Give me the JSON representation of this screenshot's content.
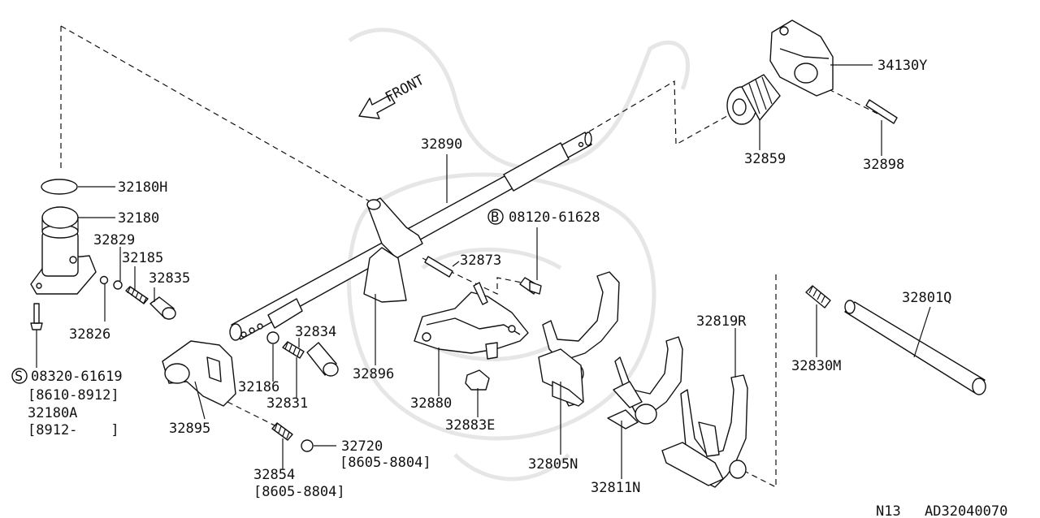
{
  "front_label": "FRONT",
  "parts": {
    "p32180H": "32180H",
    "p32180": "32180",
    "p32829": "32829",
    "p32185": "32185",
    "p32835": "32835",
    "p32826": "32826",
    "bolt_s": "08320-61619",
    "bolt_s_range": "[8610-8912]",
    "p32180A": "32180A",
    "p32180A_range": "[8912-    ]",
    "p32890": "32890",
    "bolt_b": "08120-61628",
    "p32873": "32873",
    "p32834": "32834",
    "p32186": "32186",
    "p32831": "32831",
    "p32896": "32896",
    "p32880": "32880",
    "p32883E": "32883E",
    "p32895": "32895",
    "p32720": "32720",
    "p32720_range": "[8605-8804]",
    "p32854": "32854",
    "p32854_range": "[8605-8804]",
    "p32859": "32859",
    "p32898": "32898",
    "p34130Y": "34130Y",
    "p32819R": "32819R",
    "p32830M": "32830M",
    "p32801Q": "32801Q",
    "p32805N": "32805N",
    "p32811N": "32811N"
  },
  "symbols": {
    "bolt_b": "B",
    "bolt_s": "S"
  },
  "footer": {
    "model": "N13",
    "diagram_code": "AD32040070"
  }
}
